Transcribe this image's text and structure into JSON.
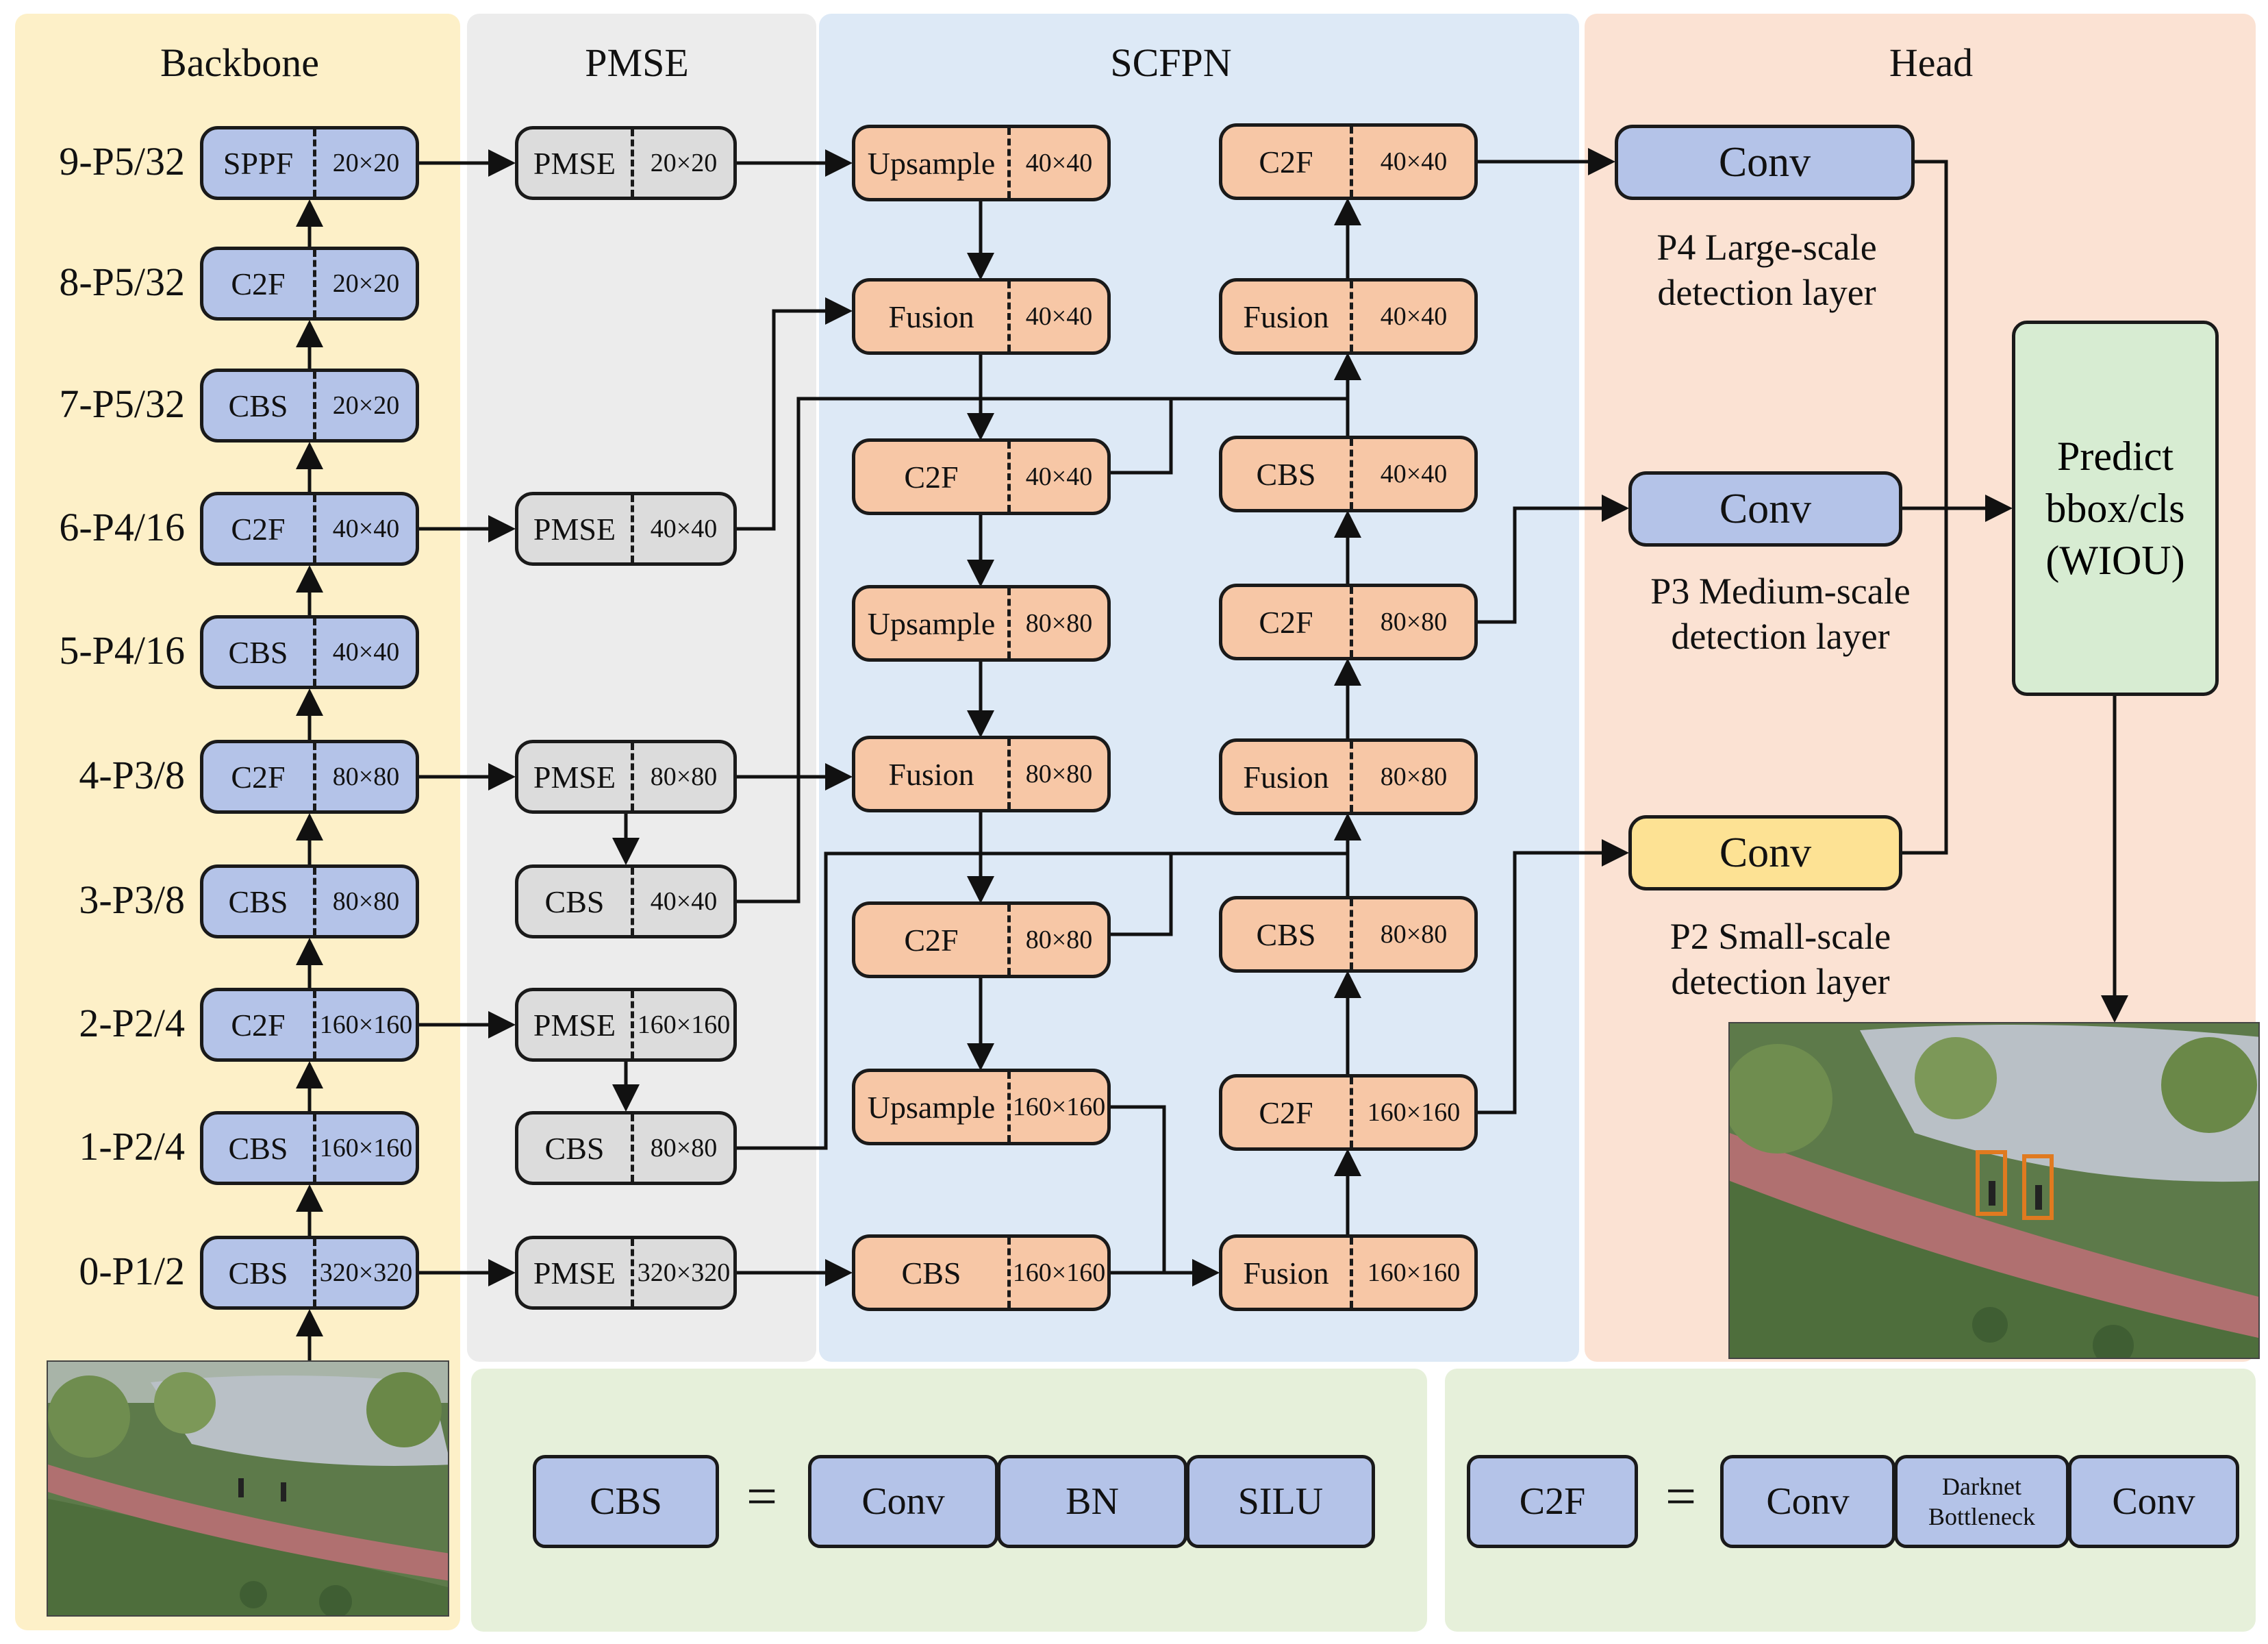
{
  "sections": {
    "backbone": "Backbone",
    "pmse": "PMSE",
    "scfpn": "SCFPN",
    "head": "Head"
  },
  "row_labels": [
    "9-P5/32",
    "8-P5/32",
    "7-P5/32",
    "6-P4/16",
    "5-P4/16",
    "4-P3/8",
    "3-P3/8",
    "2-P2/4",
    "1-P2/4",
    "0-P1/2"
  ],
  "backbone_nodes": [
    {
      "name": "SPPF",
      "size": "20×20"
    },
    {
      "name": "C2F",
      "size": "20×20"
    },
    {
      "name": "CBS",
      "size": "20×20"
    },
    {
      "name": "C2F",
      "size": "40×40"
    },
    {
      "name": "CBS",
      "size": "40×40"
    },
    {
      "name": "C2F",
      "size": "80×80"
    },
    {
      "name": "CBS",
      "size": "80×80"
    },
    {
      "name": "C2F",
      "size": "160×160"
    },
    {
      "name": "CBS",
      "size": "160×160"
    },
    {
      "name": "CBS",
      "size": "320×320"
    }
  ],
  "pmse_nodes": [
    {
      "name": "PMSE",
      "size": "20×20"
    },
    {
      "name": "PMSE",
      "size": "40×40"
    },
    {
      "name": "PMSE",
      "size": "80×80"
    },
    {
      "name": "CBS",
      "size": "40×40"
    },
    {
      "name": "PMSE",
      "size": "160×160"
    },
    {
      "name": "CBS",
      "size": "80×80"
    },
    {
      "name": "PMSE",
      "size": "320×320"
    }
  ],
  "scfpn_left": [
    {
      "name": "Upsample",
      "size": "40×40"
    },
    {
      "name": "Fusion",
      "size": "40×40"
    },
    {
      "name": "C2F",
      "size": "40×40"
    },
    {
      "name": "Upsample",
      "size": "80×80"
    },
    {
      "name": "Fusion",
      "size": "80×80"
    },
    {
      "name": "C2F",
      "size": "80×80"
    },
    {
      "name": "Upsample",
      "size": "160×160"
    },
    {
      "name": "CBS",
      "size": "160×160"
    }
  ],
  "scfpn_right": [
    {
      "name": "C2F",
      "size": "40×40"
    },
    {
      "name": "Fusion",
      "size": "40×40"
    },
    {
      "name": "CBS",
      "size": "40×40"
    },
    {
      "name": "C2F",
      "size": "80×80"
    },
    {
      "name": "Fusion",
      "size": "80×80"
    },
    {
      "name": "CBS",
      "size": "80×80"
    },
    {
      "name": "C2F",
      "size": "160×160"
    },
    {
      "name": "Fusion",
      "size": "160×160"
    }
  ],
  "head": {
    "conv_label": "Conv",
    "p4": [
      "P4 Large-scale",
      "detection layer"
    ],
    "p3": [
      "P3 Medium-scale",
      "detection layer"
    ],
    "p2": [
      "P2  Small-scale",
      "detection layer"
    ],
    "predict": [
      "Predict",
      "bbox/cls",
      "(WIOU)"
    ]
  },
  "legend": {
    "cbs": "CBS",
    "c2f": "C2F",
    "equals": "=",
    "cbs_parts": [
      "Conv",
      "BN",
      "SILU"
    ],
    "c2f_parts": [
      "Conv",
      "Darknet Bottleneck",
      "Conv"
    ]
  },
  "colors": {
    "backbone_bg": "#fdf0c8",
    "pmse_bg": "#ececec",
    "scfpn_bg": "#dde9f6",
    "head_bg": "#fbe2d3",
    "legend_bg": "#e6f0da",
    "blue_node": "#b4c3e8",
    "orange_node": "#f7c7a6",
    "gray_node": "#dcdcdc",
    "yellow_node": "#fde294",
    "green_node": "#d7ecd2",
    "detection_box": "#e07a20"
  }
}
